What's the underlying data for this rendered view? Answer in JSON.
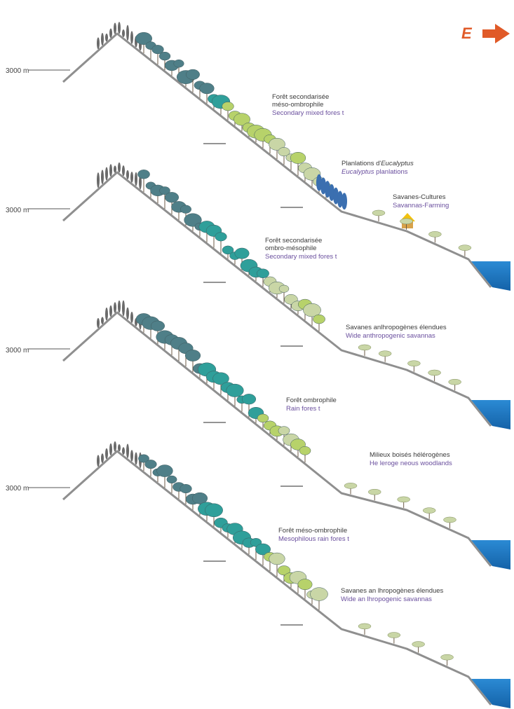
{
  "direction": {
    "label": "E",
    "color": "#e05a28"
  },
  "colors": {
    "ground": "#8f8f8f",
    "sea": "#1b79c4",
    "tree_dark": "#4f7f88",
    "tree_teal": "#2f9f9a",
    "tree_green": "#b7d26a",
    "tree_pale": "#c9d6a6",
    "eucalyptus": "#3b6fb0",
    "label_fr": "#3a3a3a",
    "label_en": "#6a4f9e"
  },
  "profiles": [
    {
      "altitude": "3000 m",
      "labels": [
        {
          "fr": "Forêt secondarisée",
          "fr2": "méso-ombrophile",
          "en": "Secondary mixed fores t"
        },
        {
          "fr_pre": "Planlations d'",
          "fr_it": "Eucalyptus",
          "en_it": "Eucalyptus",
          "en_post": " planlations"
        },
        {
          "fr": "Savanes-Cultures",
          "en": "Savannas-Farming"
        }
      ]
    },
    {
      "altitude": "3000 m",
      "labels": [
        {
          "fr": "Forêt secondarisée",
          "fr2": "ombro-mésophile",
          "en": "Secondary mixed fores t"
        }
      ]
    },
    {
      "altitude": "3000 m",
      "labels": [
        {
          "fr": "Savanes anlhropogènes élendues",
          "en": "Wide anthropogenic savannas"
        },
        {
          "fr": "Forêt ombrophile",
          "en": "Rain fores t"
        }
      ]
    },
    {
      "altitude": "3000 m",
      "labels": [
        {
          "fr": "Milieux boisés hélérogènes",
          "en": "He leroge neous woodlands"
        },
        {
          "fr": "Forêt méso-ombrophile",
          "en": "Mesophilous rain fores t"
        },
        {
          "fr": "Savanes an lhropogènes élendues",
          "en": "Wide an lhropogenic savannas"
        }
      ]
    }
  ]
}
